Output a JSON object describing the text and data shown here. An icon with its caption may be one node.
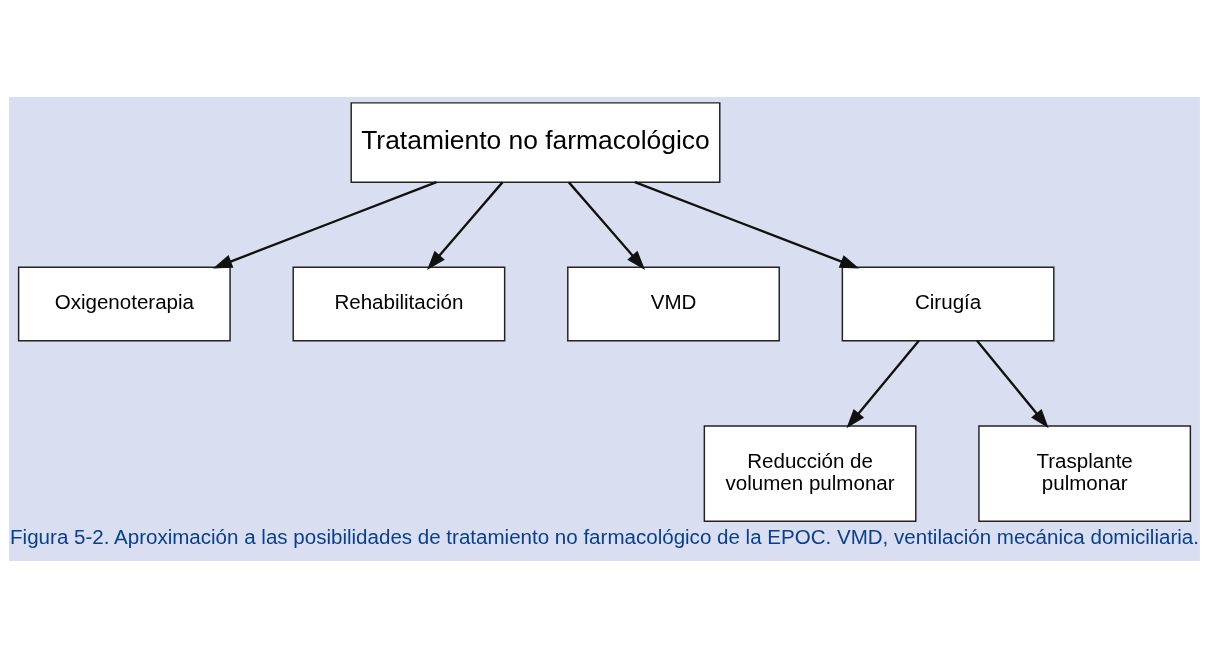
{
  "diagram": {
    "caption": "Figura 5-2. Aproximación a las posibilidades de tratamiento no farmacológico de la EPOC. VMD, ventilación mecánica domiciliaria.",
    "nodes": [
      {
        "text": [
          "Tratamiento no farmacológico"
        ]
      },
      {
        "text": [
          "Oxigenoterapia"
        ]
      },
      {
        "text": [
          "Rehabilitación"
        ]
      },
      {
        "text": [
          "VMD"
        ]
      },
      {
        "text": [
          "Cirugía"
        ]
      },
      {
        "text": [
          "Reducción de volumen pulmonar"
        ]
      },
      {
        "text": [
          "Trasplante pulmonar"
        ]
      }
    ],
    "edges": [
      {
        "from": 0,
        "to": 1,
        "arrow": "to"
      },
      {
        "from": 0,
        "to": 2,
        "arrow": "to"
      },
      {
        "from": 0,
        "to": 3,
        "arrow": "to"
      },
      {
        "from": 0,
        "to": 4,
        "arrow": "to"
      },
      {
        "from": 4,
        "to": 5,
        "arrow": "to"
      },
      {
        "from": 4,
        "to": 6,
        "arrow": "to"
      }
    ]
  }
}
